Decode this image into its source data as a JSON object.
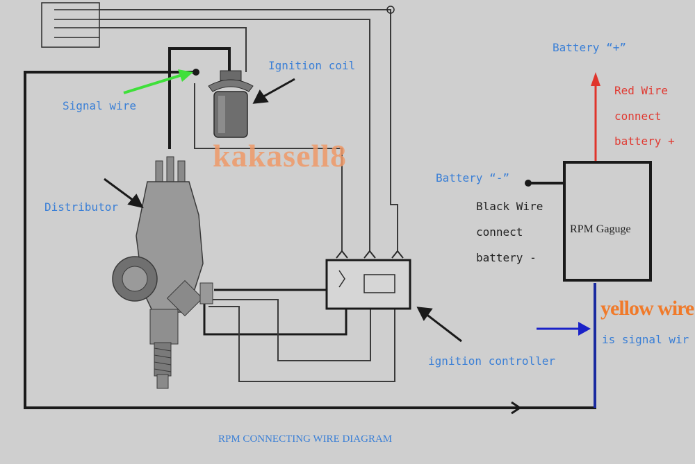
{
  "labels": {
    "ignition_coil": "Ignition coil",
    "signal_wire": "Signal wire",
    "distributor": "Distributor",
    "ignition_controller": "ignition controller",
    "battery_plus": "Battery “+”",
    "battery_minus": "Battery “-”",
    "red_wire_1": "Red Wire",
    "red_wire_2": "connect",
    "red_wire_3": "battery +",
    "black_wire_1": "Black Wire",
    "black_wire_2": "connect",
    "black_wire_3": "battery -",
    "rpm_gauge": "RPM Gaguge",
    "yellow_wire": "yellow wire",
    "is_signal_wire": "is signal wir",
    "caption": "RPM CONNECTING WIRE DIAGRAM"
  },
  "watermark": "kakasell8",
  "colors": {
    "background": "#cfcfcf",
    "wire": "#1a1a1a",
    "thin_wire": "#3a3a3a",
    "label_blue": "#3a7fd6",
    "label_red": "#e03a32",
    "signal_arrow": "#3fe03a",
    "blue_arrow": "#1a22c8",
    "watermark": "#ef9a68"
  }
}
